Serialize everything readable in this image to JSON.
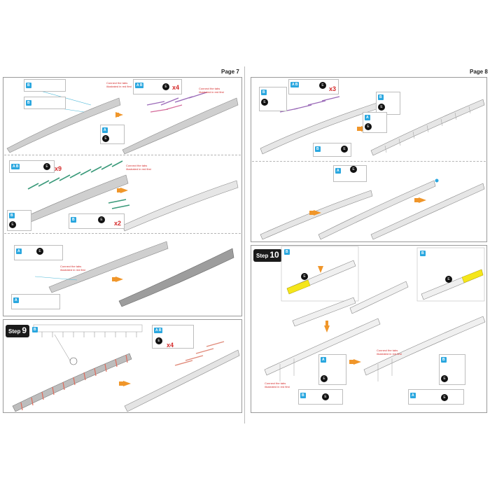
{
  "pages": {
    "left_label": "Page 7",
    "right_label": "Page 8"
  },
  "steps": {
    "step9": {
      "word": "Step",
      "number": "9"
    },
    "step10": {
      "word": "Step",
      "number": "10"
    }
  },
  "notes": {
    "connect": "Connect the tabs illustrated in red first"
  },
  "multipliers": {
    "p7_a": "x4",
    "p7_b": "x9",
    "p7_c": "x2",
    "p7_d": "x4",
    "p8_a": "x3"
  },
  "tags": {
    "a": "A",
    "b": "B",
    "ab": "A B"
  },
  "tool": "E",
  "colors": {
    "accent_orange": "#f0962a",
    "tag_blue": "#2aa7df",
    "note_red": "#d42a2a",
    "highlight_yellow": "#f5e61a",
    "part_green": "#3a9a7a",
    "part_purple": "#9a6ab8",
    "part_pink": "#d46a9a",
    "part_salmon": "#e08a7a"
  }
}
